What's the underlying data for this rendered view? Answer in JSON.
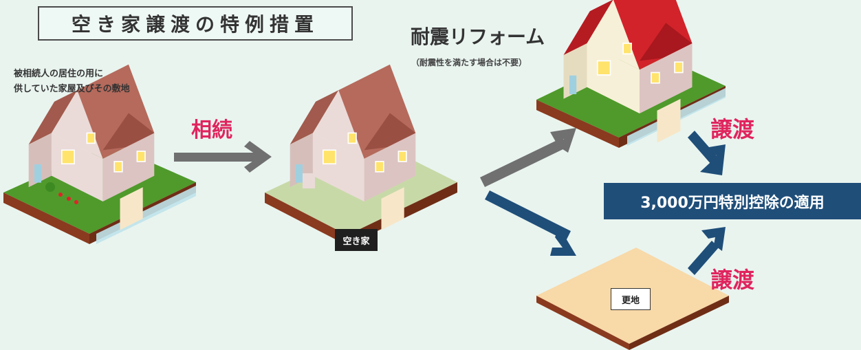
{
  "title": "空き家譲渡の特例措置",
  "description_lines": [
    "被相続人の居住の用に",
    "供していた家屋及びその敷地"
  ],
  "step_inherit": "相続",
  "vacant_label": "空き家",
  "reform": {
    "title": "耐震リフォーム",
    "note": "（耐震性を満たす場合は不要）"
  },
  "transfer_top": "譲渡",
  "transfer_bottom": "譲渡",
  "vacant_lot_label": "更地",
  "result": "3,000万円特別控除の適用",
  "colors": {
    "background": "#e9f4ef",
    "accent_red": "#e0245e",
    "navy": "#1f4e79",
    "gray_arrow": "#707070",
    "grass": "#4f9a2b",
    "dry_grass": "#c8d9a8",
    "soil": "#8a3a1f",
    "roof_brown": "#b56a5c",
    "roof_red": "#d2232a",
    "wall_pink": "#e8d5d2",
    "wall_cream": "#f7f0d8",
    "lot_sand": "#f8d9a8"
  },
  "icons": [
    "house-occupied-icon",
    "house-vacant-icon",
    "house-renovated-icon",
    "vacant-lot-icon",
    "arrow-right-icon",
    "arrow-down-right-icon",
    "arrow-up-right-icon"
  ]
}
